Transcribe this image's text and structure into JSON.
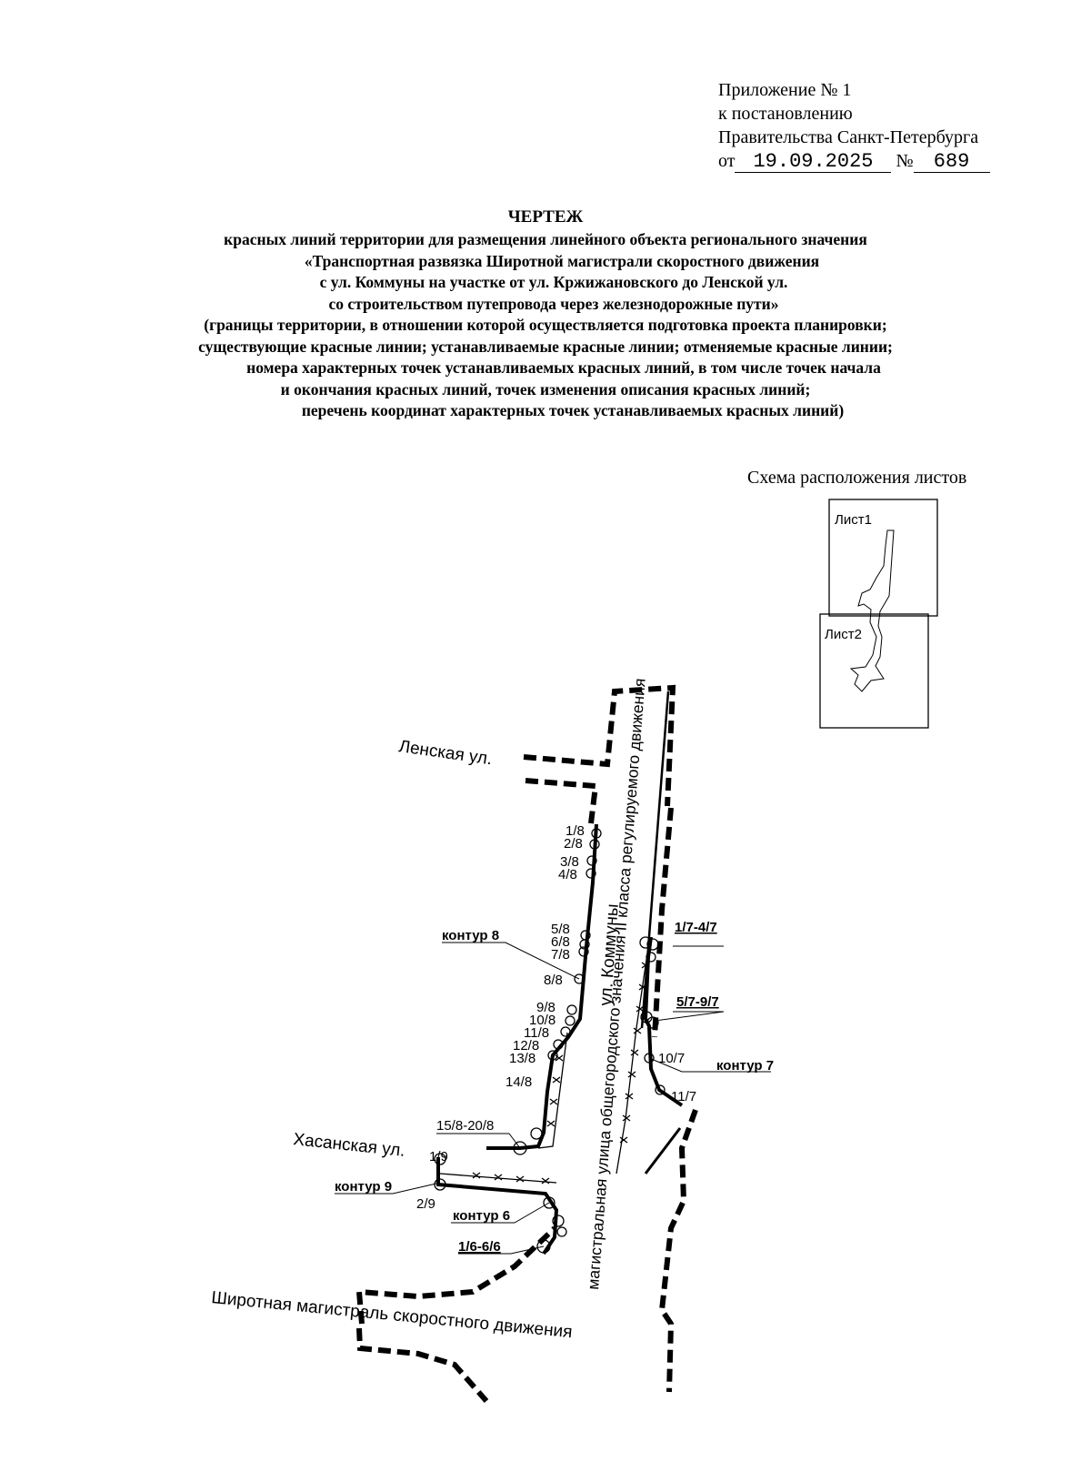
{
  "appendix": {
    "line1": "Приложение № 1",
    "line2": "к постановлению",
    "line3": "Правительства Санкт-Петербурга",
    "from_label": "от",
    "date": "19.09.2025",
    "number_label": "№",
    "number": "689"
  },
  "title": {
    "heading": "ЧЕРТЕЖ",
    "lines": [
      "красных линий территории для размещения линейного объекта регионального значения",
      "«Транспортная развязка Широтной магистрали скоростного движения",
      "с ул. Коммуны на участке от ул. Кржижановского до Ленской ул.",
      "со строительством путепровода через железнодорожные пути»",
      "(границы территории, в отношении которой осуществляется подготовка проекта планировки;",
      "существующие красные линии; устанавливаемые красные линии; отменяемые красные линии;",
      "номера характерных точек устанавливаемых красных линий, в том числе точек начала",
      "и окончания красных линий, точек изменения описания красных линий;",
      "перечень координат характерных точек устанавливаемых красных линий)"
    ]
  },
  "scheme": {
    "caption": "Схема расположения листов",
    "sheet1": "Лист1",
    "sheet2": "Лист2"
  },
  "map": {
    "streets": {
      "lenskaya": "Ленская ул.",
      "khasanskaya": "Хасанская ул.",
      "kommuny": "ул. Коммуны",
      "magistral": "магистральная улица общегородского значения II класса регулируемого движения",
      "shirotnaya": "Широтная магистраль скоростного движения"
    },
    "contours": {
      "c8": "контур 8",
      "c7": "контур 7",
      "c9": "контур 9",
      "c6": "контур 6"
    },
    "points": {
      "p1_8": "1/8",
      "p2_8": "2/8",
      "p3_8": "3/8",
      "p4_8": "4/8",
      "p5_8": "5/8",
      "p6_8": "6/8",
      "p7_8": "7/8",
      "p8_8": "8/8",
      "p9_8": "9/8",
      "p10_8": "10/8",
      "p11_8": "11/8",
      "p12_8": "12/8",
      "p13_8": "13/8",
      "p14_8": "14/8",
      "p15_20_8": "15/8-20/8",
      "p1_4_7": "1/7-4/7",
      "p5_9_7": "5/7-9/7",
      "p10_7": "10/7",
      "p11_7": "11/7",
      "p1_9": "1/9",
      "p2_9": "2/9",
      "p1_6_6": "1/6-6/6"
    }
  }
}
